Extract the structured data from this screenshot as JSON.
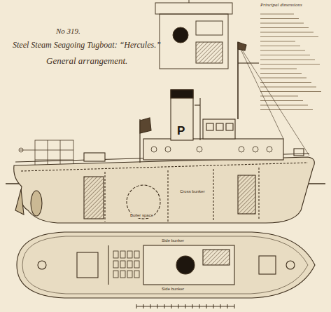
{
  "diagram": {
    "title": "Steel Steam Seagoing Tugboat: “Hercules.”",
    "labels": [
      "No 319.",
      "General arrangement.",
      "P",
      "Principal dimensions",
      "Boiler space",
      "Cross bunker",
      "Side bunker",
      "Side bunker"
    ]
  }
}
